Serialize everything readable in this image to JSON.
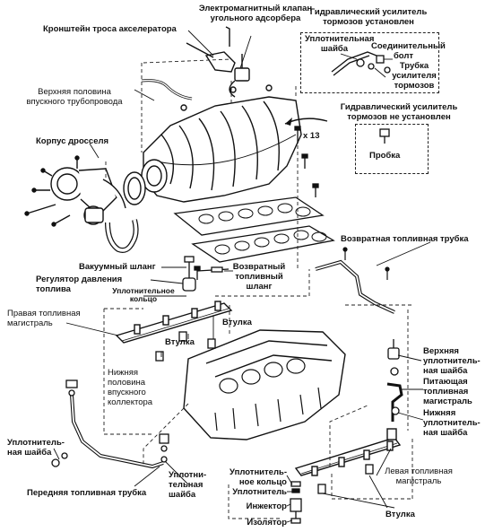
{
  "labels": {
    "throttle_cable_bracket": "Кронштейн троса акселератора",
    "evap_solenoid_valve": [
      "Электромагнитный клапан",
      "угольного адсорбера"
    ],
    "upper_intake_half": [
      "Верхняя половина",
      "впускного трубопровода"
    ],
    "throttle_body": "Корпус дросселя",
    "brake_booster_installed": [
      "Гидравлический усилитель",
      "тормозов установлен"
    ],
    "sealing_washer_top": [
      "Уплотнительная",
      "шайба"
    ],
    "union_bolt": [
      "Соединительный",
      "болт"
    ],
    "brake_booster_tube": [
      "Трубка",
      "усилителя",
      "тормозов"
    ],
    "brake_booster_not_installed": [
      "Гидравлический усилитель",
      "тормозов не установлен"
    ],
    "plug": "Пробка",
    "bolt_count": "x 13",
    "vacuum_hose": "Вакуумный шланг",
    "fuel_pressure_regulator": [
      "Регулятор давления",
      "топлива"
    ],
    "return_fuel_hose": [
      "Возвратный",
      "топливный",
      "шланг"
    ],
    "o_ring": [
      "Уплотнительное",
      "кольцо"
    ],
    "right_fuel_rail": [
      "Правая топливная",
      "магистраль"
    ],
    "bushing": "Втулка",
    "return_fuel_pipe": "Возвратная топливная трубка",
    "lower_intake_half": [
      "Нижняя",
      "половина",
      "впускного",
      "коллектора"
    ],
    "upper_sealing_washer": [
      "Верхняя",
      "уплотнитель-",
      "ная шайба"
    ],
    "supply_fuel_line": [
      "Питающая",
      "топливная",
      "магистраль"
    ],
    "lower_sealing_washer": [
      "Нижняя",
      "уплотнитель-",
      "ная шайба"
    ],
    "sealing_washer_left": [
      "Уплотнитель-",
      "ная шайба"
    ],
    "sealing_washer_mid": [
      "Уплотни-",
      "тельная",
      "шайба"
    ],
    "front_fuel_pipe": "Передняя топливная трубка",
    "o_ring_injector": [
      "Уплотнитель-",
      "ное кольцо"
    ],
    "seal": "Уплотнитель",
    "injector": "Инжектор",
    "insulator": "Изолятор",
    "left_fuel_rail": [
      "Левая топливная",
      "магистраль"
    ]
  }
}
